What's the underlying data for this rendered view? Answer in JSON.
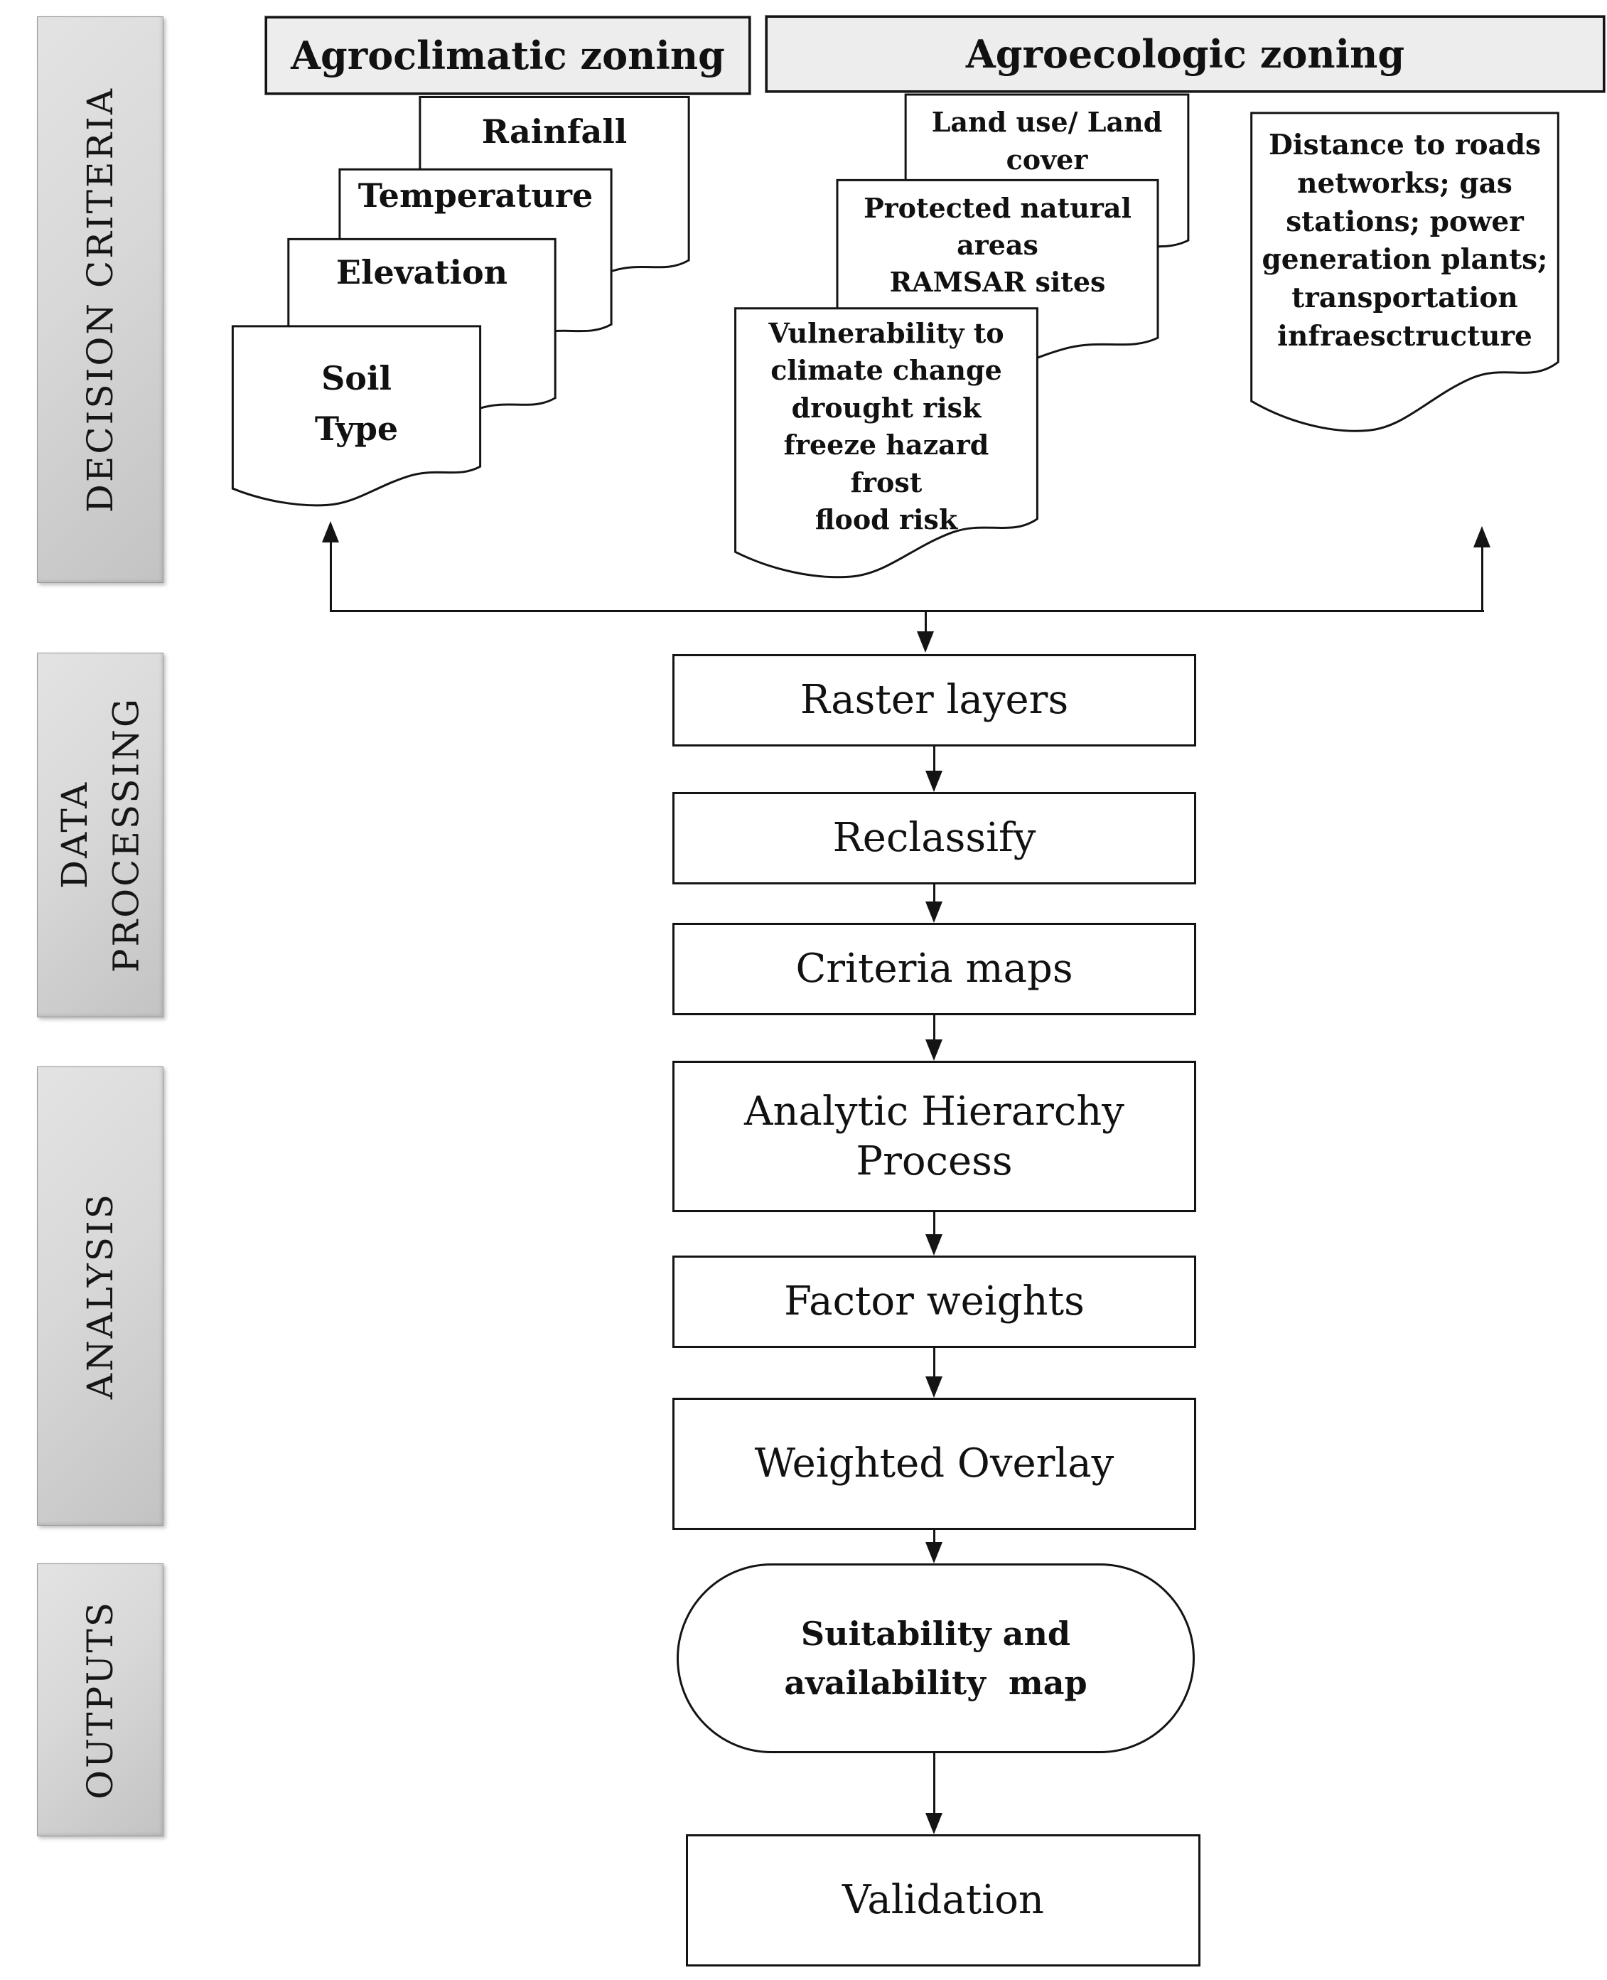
{
  "colors": {
    "line": "#141414",
    "box_fill": "#ffffff",
    "header_fill": "#ededed",
    "sidebar_gradient_from": "#e3e3e3",
    "sidebar_gradient_to": "#c3c3c3"
  },
  "sidebar": {
    "sections": [
      {
        "id": "decision-criteria",
        "lines": [
          "DECISION CRITERIA"
        ]
      },
      {
        "id": "data-processing",
        "lines": [
          "DATA",
          "PROCESSING"
        ]
      },
      {
        "id": "analysis",
        "lines": [
          "ANALYSIS"
        ]
      },
      {
        "id": "outputs",
        "lines": [
          "OUTPUTS"
        ]
      }
    ]
  },
  "headers": {
    "agroclimatic": "Agroclimatic zoning",
    "agroecologic": "Agroecologic zoning"
  },
  "documents": {
    "agroclimatic": [
      {
        "id": "rainfall",
        "lines": [
          "Rainfall"
        ]
      },
      {
        "id": "temperature",
        "lines": [
          "Temperature"
        ]
      },
      {
        "id": "elevation",
        "lines": [
          "Elevation"
        ]
      },
      {
        "id": "soil-type",
        "lines": [
          "Soil",
          "Type"
        ]
      }
    ],
    "agroecologic": [
      {
        "id": "land-use",
        "lines": [
          "Land use/ Land",
          "cover"
        ]
      },
      {
        "id": "protected-areas",
        "lines": [
          "Protected natural",
          "areas",
          "RAMSAR sites"
        ]
      },
      {
        "id": "vulnerability",
        "lines": [
          "Vulnerability to",
          "climate change",
          "drought risk",
          "freeze hazard",
          "frost",
          "flood risk"
        ]
      },
      {
        "id": "infrastructure",
        "lines": [
          "Distance to roads",
          "networks; gas",
          "stations; power",
          "generation plants;",
          "transportation",
          "infraesctructure"
        ]
      }
    ]
  },
  "process": {
    "steps": [
      {
        "id": "raster-layers",
        "lines": [
          "Raster layers"
        ]
      },
      {
        "id": "reclassify",
        "lines": [
          "Reclassify"
        ]
      },
      {
        "id": "criteria-maps",
        "lines": [
          "Criteria maps"
        ]
      },
      {
        "id": "ahp",
        "lines": [
          "Analytic Hierarchy",
          "Process"
        ]
      },
      {
        "id": "factor-weights",
        "lines": [
          "Factor weights"
        ]
      },
      {
        "id": "weighted-overlay",
        "lines": [
          "Weighted Overlay"
        ]
      }
    ],
    "output": {
      "lines": [
        "Suitability and",
        "availability  map"
      ]
    },
    "validation": "Validation"
  }
}
